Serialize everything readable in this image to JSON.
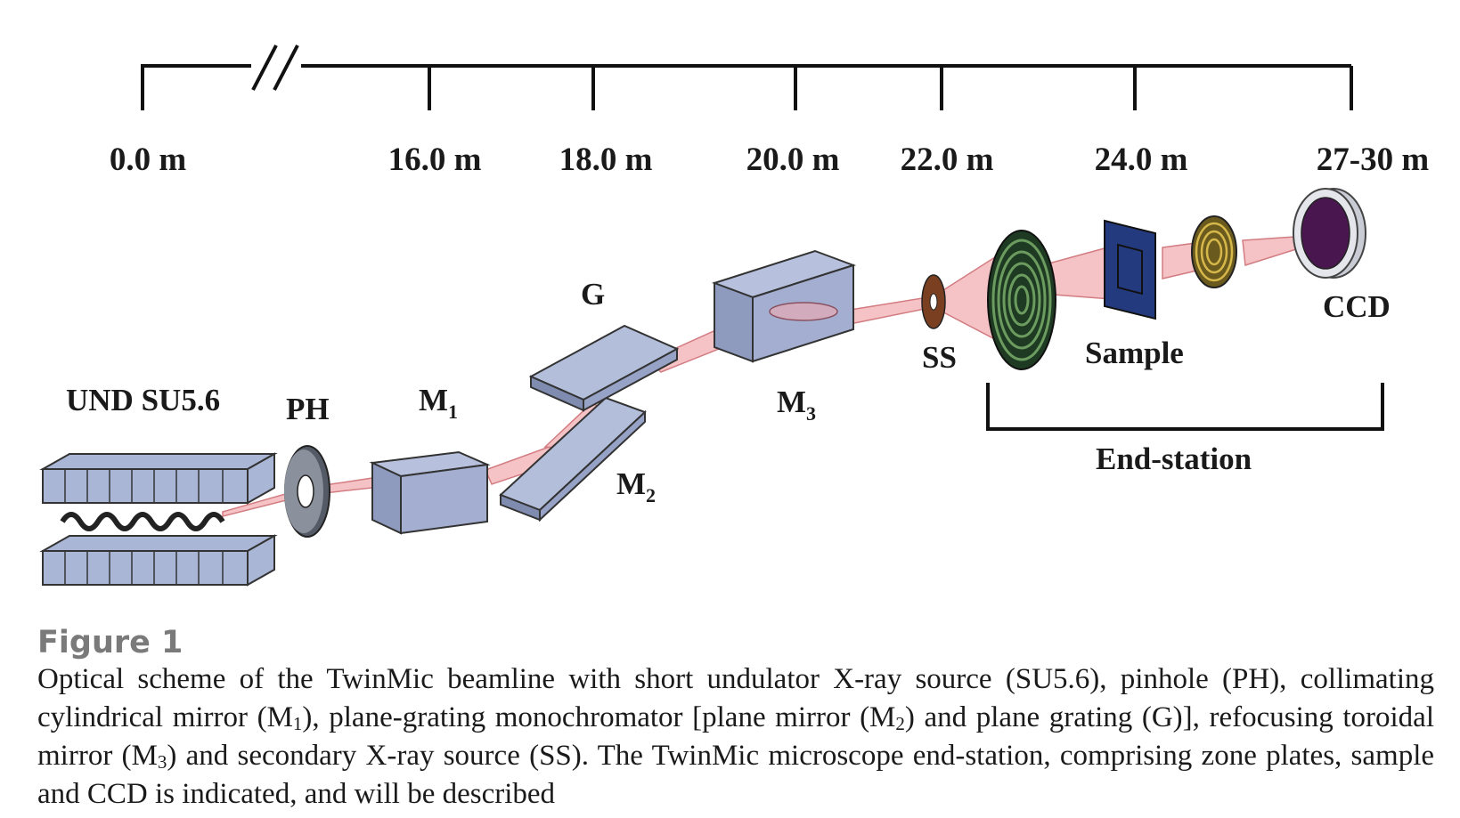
{
  "scale": {
    "ticks": [
      "0.0 m",
      "16.0 m",
      "18.0 m",
      "20.0 m",
      "22.0 m",
      "24.0 m",
      "27-30 m"
    ]
  },
  "labels": {
    "undulator": "UND SU5.6",
    "pinhole": "PH",
    "m1": "M",
    "m1_sub": "1",
    "grating": "G",
    "m2": "M",
    "m2_sub": "2",
    "m3": "M",
    "m3_sub": "3",
    "ss": "SS",
    "sample": "Sample",
    "ccd": "CCD",
    "endstation": "End-station"
  },
  "caption": {
    "title": "Figure 1",
    "p1": "Optical scheme of the TwinMic beamline with short undulator X-ray source (SU5.6), pinhole (PH), collimating cylindrical mirror (M",
    "s1": "1",
    "p2": "), plane-grating monochromator [plane mirror (M",
    "s2": "2",
    "p3": ") and plane grating (G)], refocusing toroidal mirror (M",
    "s3": "3",
    "p4": ") and secondary X-ray source (SS). The TwinMic microscope end-station, comprising zone plates, sample and CCD is indicated, and will be described"
  }
}
